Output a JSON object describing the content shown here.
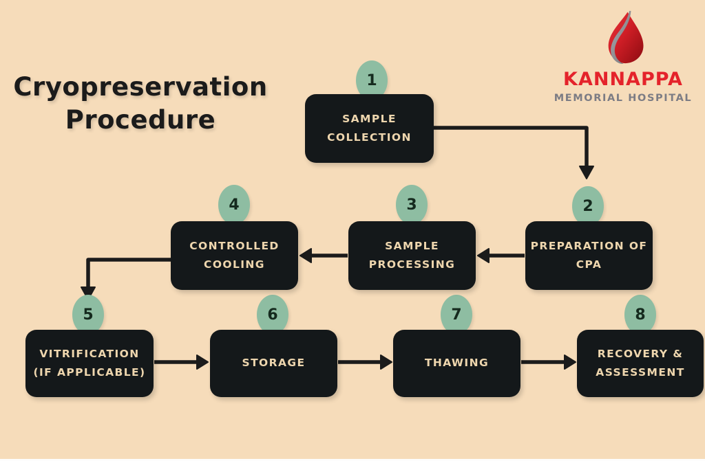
{
  "title": {
    "text": "Cryopreservation\nProcedure"
  },
  "logo": {
    "icon": "blood-drop-icon",
    "name": "KANNAPPA",
    "subtitle": "MEMORIAL HOSPITAL",
    "name_color": "#e4232b",
    "subtitle_color": "#7c7c84"
  },
  "diagram": {
    "type": "flowchart",
    "steps": [
      {
        "number": "1",
        "label": "SAMPLE\nCOLLECTION"
      },
      {
        "number": "2",
        "label": "PREPARATION OF\nCPA"
      },
      {
        "number": "3",
        "label": "SAMPLE\nPROCESSING"
      },
      {
        "number": "4",
        "label": "CONTROLLED\nCOOLING"
      },
      {
        "number": "5",
        "label": "VITRIFICATION\n(IF APPLICABLE)"
      },
      {
        "number": "6",
        "label": "STORAGE"
      },
      {
        "number": "7",
        "label": "THAWING"
      },
      {
        "number": "8",
        "label": "RECOVERY &\nASSESSMENT"
      }
    ],
    "flow": [
      "1→2",
      "2→3",
      "3→4",
      "4→5",
      "5→6",
      "6→7",
      "7→8"
    ],
    "colors": {
      "background": "#f6dcba",
      "box": "#14181a",
      "box_text": "#eed6ae",
      "badge": "#8ebda2",
      "badge_text": "#152a1e",
      "arrow": "#1b1b1b",
      "title_text": "#1b1b1b"
    }
  }
}
